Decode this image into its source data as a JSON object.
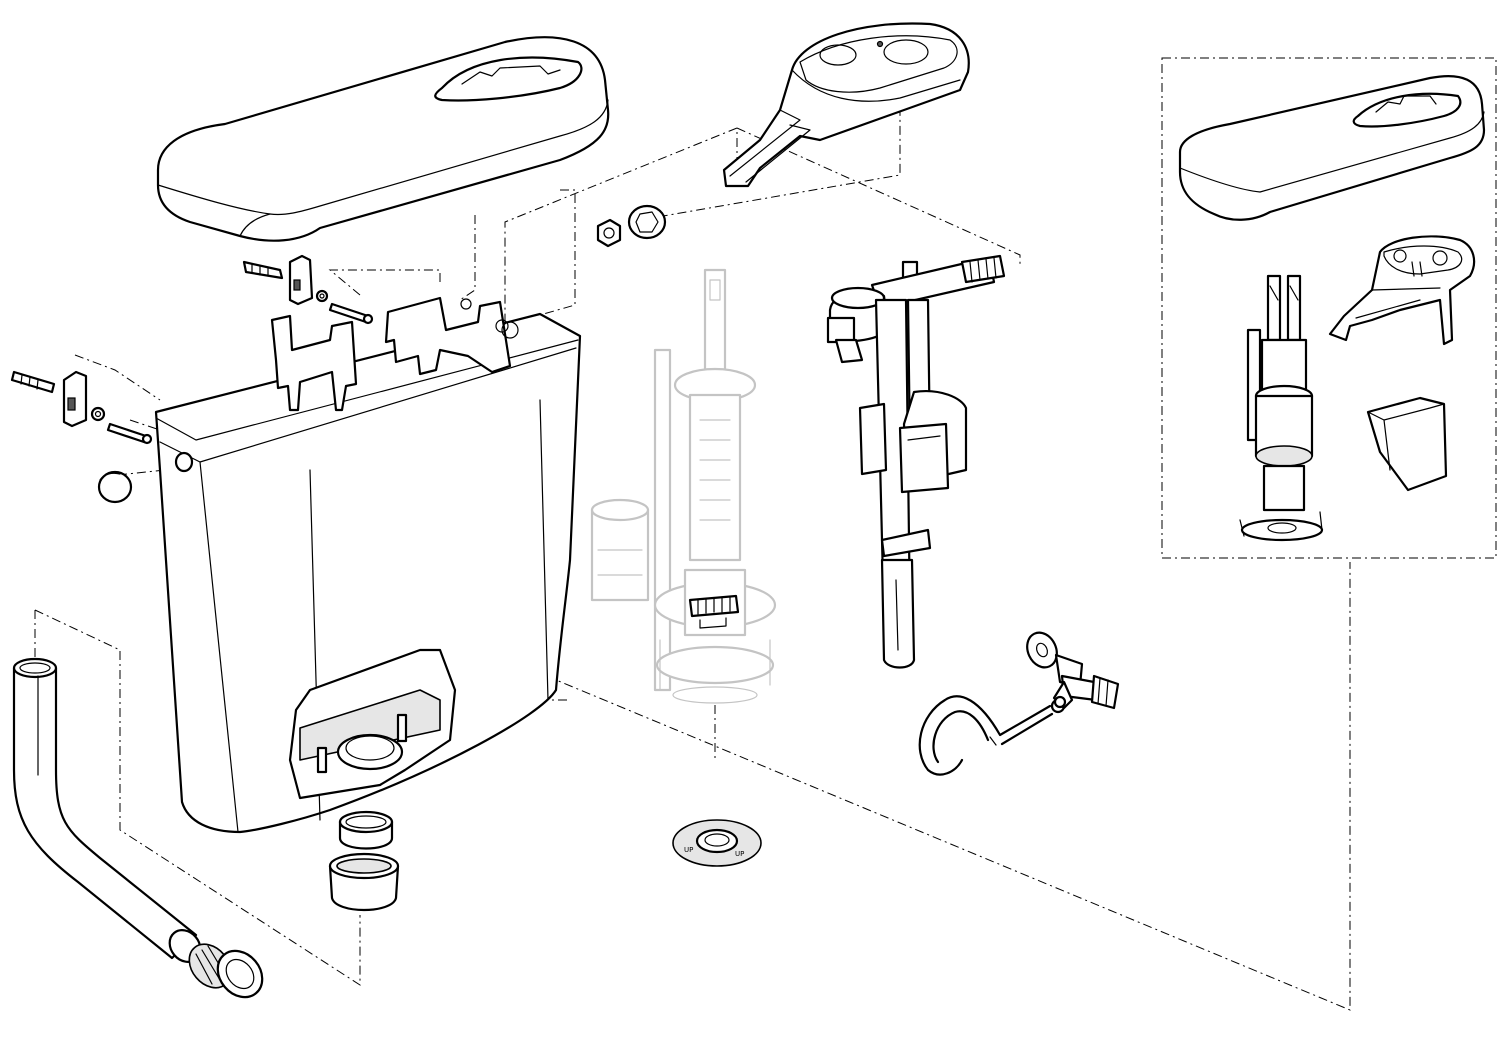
{
  "diagram": {
    "parts": [
      {
        "id": "cistern-lid",
        "label": ""
      },
      {
        "id": "cistern-tank",
        "label": ""
      },
      {
        "id": "flush-actuator-bracket",
        "label": ""
      },
      {
        "id": "flush-valve",
        "label": ""
      },
      {
        "id": "fill-valve",
        "label": ""
      },
      {
        "id": "flush-pipe",
        "label": ""
      },
      {
        "id": "pipe-seal",
        "label": ""
      },
      {
        "id": "outlet-seals",
        "label": ""
      },
      {
        "id": "valve-seat-gasket",
        "label": ""
      },
      {
        "id": "angle-stop-valve",
        "label": ""
      },
      {
        "id": "supply-hose",
        "label": ""
      },
      {
        "id": "wall-mount-kit",
        "label": ""
      },
      {
        "id": "blanking-cap",
        "label": ""
      },
      {
        "id": "nuts-washers",
        "label": ""
      },
      {
        "id": "spare-kit-inset",
        "label": ""
      }
    ],
    "gasket_marks": [
      "UP",
      "UP"
    ]
  }
}
